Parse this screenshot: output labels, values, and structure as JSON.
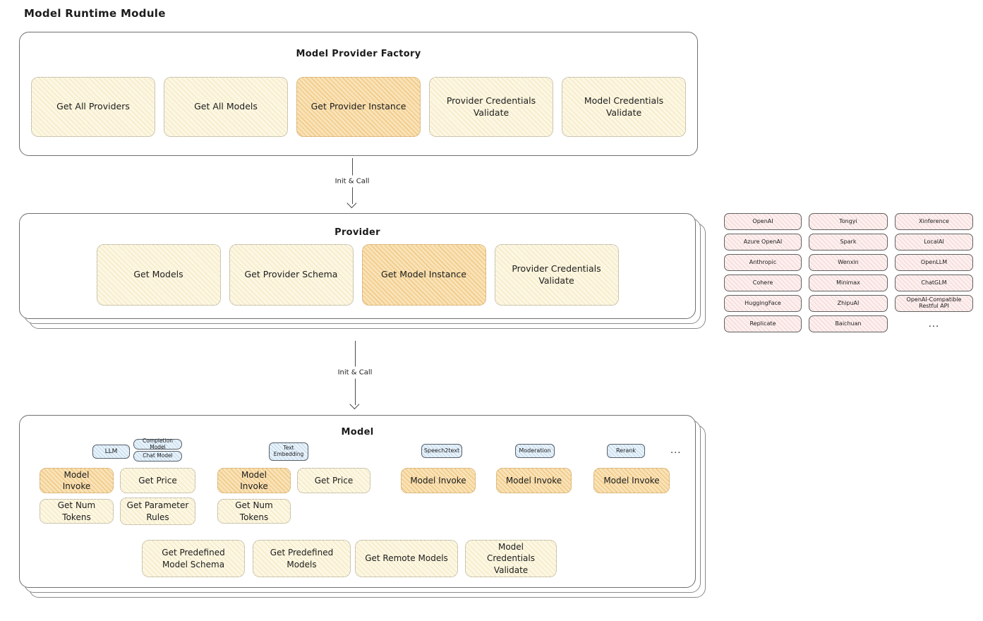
{
  "title": "Model Runtime Module",
  "arrows": {
    "factory_to_provider": "Init & Call",
    "provider_to_model": "Init & Call"
  },
  "factory": {
    "title": "Model Provider Factory",
    "boxes": [
      {
        "label": "Get All Providers",
        "variant": "cream"
      },
      {
        "label": "Get All Models",
        "variant": "cream"
      },
      {
        "label": "Get Provider Instance",
        "variant": "orange"
      },
      {
        "label": "Provider Credentials Validate",
        "variant": "cream"
      },
      {
        "label": "Model Credentials Validate",
        "variant": "cream"
      }
    ]
  },
  "provider": {
    "title": "Provider",
    "boxes": [
      {
        "label": "Get Models",
        "variant": "cream"
      },
      {
        "label": "Get Provider Schema",
        "variant": "cream"
      },
      {
        "label": "Get Model Instance",
        "variant": "orange"
      },
      {
        "label": "Provider Credentials Validate",
        "variant": "cream"
      }
    ]
  },
  "providers_grid": {
    "items": [
      "OpenAI",
      "Tongyi",
      "Xinference",
      "Azure OpenAI",
      "Spark",
      "LocalAI",
      "Anthropic",
      "Wenxin",
      "OpenLLM",
      "Cohere",
      "Minimax",
      "ChatGLM",
      "HuggingFace",
      "ZhipuAI",
      "OpenAI-Compatible Restful API",
      "Replicate",
      "Baichuan"
    ],
    "ellipsis": "..."
  },
  "model": {
    "title": "Model",
    "types": {
      "llm": "LLM",
      "completion_model": "Completion Model",
      "chat_model": "Chat Model",
      "text_embedding": "Text Embedding",
      "speech2text": "Speech2text",
      "moderation": "Moderation",
      "rerank": "Rerank",
      "ellipsis": "..."
    },
    "actions": {
      "model_invoke": "Model Invoke",
      "get_price": "Get Price",
      "get_num_tokens": "Get Num Tokens",
      "get_parameter_rules": "Get Parameter Rules"
    },
    "bottom_boxes": [
      "Get Predefined Model Schema",
      "Get Predefined Models",
      "Get Remote Models",
      "Model Credentials Validate"
    ]
  },
  "colors": {
    "cream_fill": "#fcf7e3",
    "orange_fill": "#f9e2b6",
    "pink_fill": "#fcf0ef",
    "blue_fill": "#e8f2fa",
    "container_border": "#6f6f6f",
    "text": "#1c1c1c"
  }
}
